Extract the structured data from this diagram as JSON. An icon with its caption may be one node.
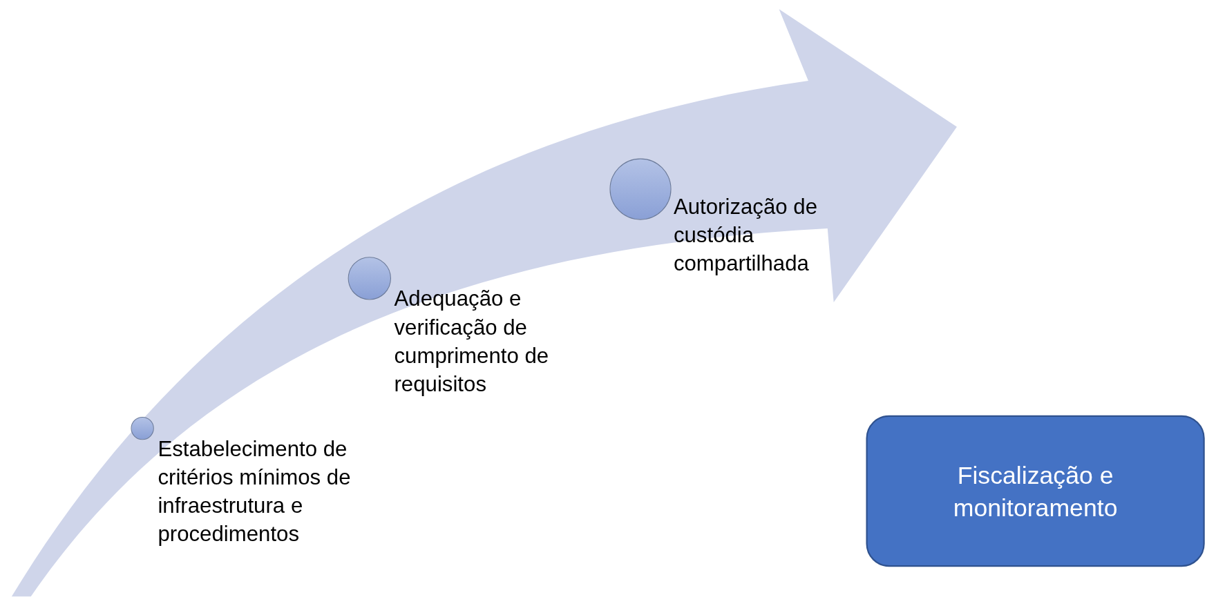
{
  "diagram": {
    "nodes": [
      {
        "text": [
          "Estabelecimento de critérios mínimos de infraestrutura e procedimentos"
        ]
      },
      {
        "text": [
          "Adequação e verificação de cumprimento de requisitos"
        ]
      },
      {
        "text": [
          "Autorização de custódia compartilhada"
        ]
      },
      {
        "text": [
          "Fiscalização e monitoramento"
        ]
      }
    ]
  }
}
